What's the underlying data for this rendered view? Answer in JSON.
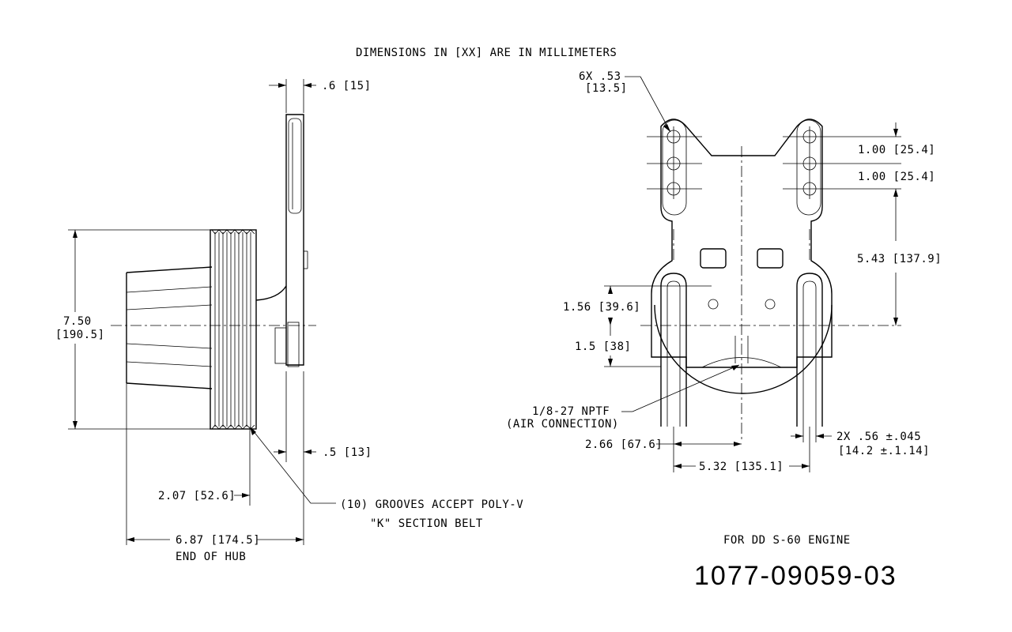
{
  "note": "DIMENSIONS IN [XX] ARE IN MILLIMETERS",
  "side_view": {
    "dim_top_width": ".6 [15]",
    "dim_diameter_in": "7.50",
    "dim_diameter_mm": "[190.5]",
    "dim_bottom_width": ".5 [13]",
    "dim_groove_offset": "2.07 [52.6]",
    "grooves_line1": "(10) GROOVES ACCEPT POLY-V",
    "grooves_line2": "\"K\" SECTION BELT",
    "dim_overall": "6.87 [174.5]",
    "dim_overall_note": "END OF HUB"
  },
  "front_view": {
    "holes_qty": "6X .53",
    "holes_mm": "[13.5]",
    "dim_hole_spacing_1": "1.00 [25.4]",
    "dim_hole_spacing_2": "1.00 [25.4]",
    "dim_vertical": "5.43 [137.9]",
    "dim_slot_upper": "1.56 [39.6]",
    "dim_slot_lower": "1.5 [38]",
    "air_line1": "1/8-27 NPTF",
    "air_line2": "(AIR CONNECTION)",
    "dim_half_width": "2.66 [67.6]",
    "dim_full_width": "5.32 [135.1]",
    "dim_slot_width_line1": "2X .56 ±.045",
    "dim_slot_width_line2": "[14.2 ±.1.14]"
  },
  "engine_note": "FOR DD S-60 ENGINE",
  "part_number": "1077-09059-03"
}
